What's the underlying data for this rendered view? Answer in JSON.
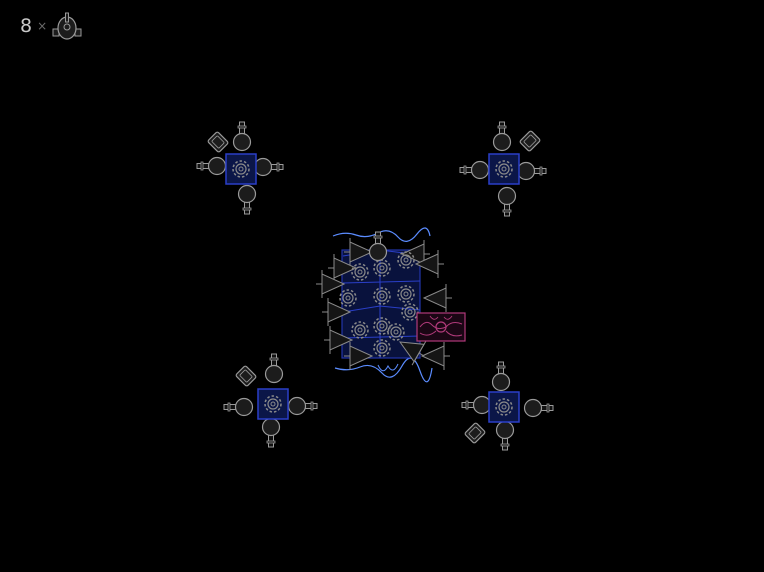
{
  "hud": {
    "ship_count": "8",
    "multiplier": "×",
    "icon": "turret-ship-icon"
  },
  "colors": {
    "background": "#000000",
    "stroke": "#9a9a9a",
    "fill": "#1c1c1c",
    "core_border": "#2a3fc8",
    "core_fill": "#0b1648",
    "shield": "#5b8cff",
    "hazard": "#b03a7a",
    "gear": "#8a8a8a"
  },
  "units": [
    {
      "name": "ship-unit",
      "variant": "pod-top-left"
    },
    {
      "name": "ship-unit",
      "variant": "pod-top-right"
    },
    {
      "name": "ship-unit",
      "variant": "pod-top-left"
    },
    {
      "name": "ship-unit",
      "variant": "pod-bottom-left"
    }
  ],
  "mothership": {
    "name": "mothership-cluster",
    "shield": true
  },
  "hazard": {
    "name": "energy-hazard-block"
  }
}
